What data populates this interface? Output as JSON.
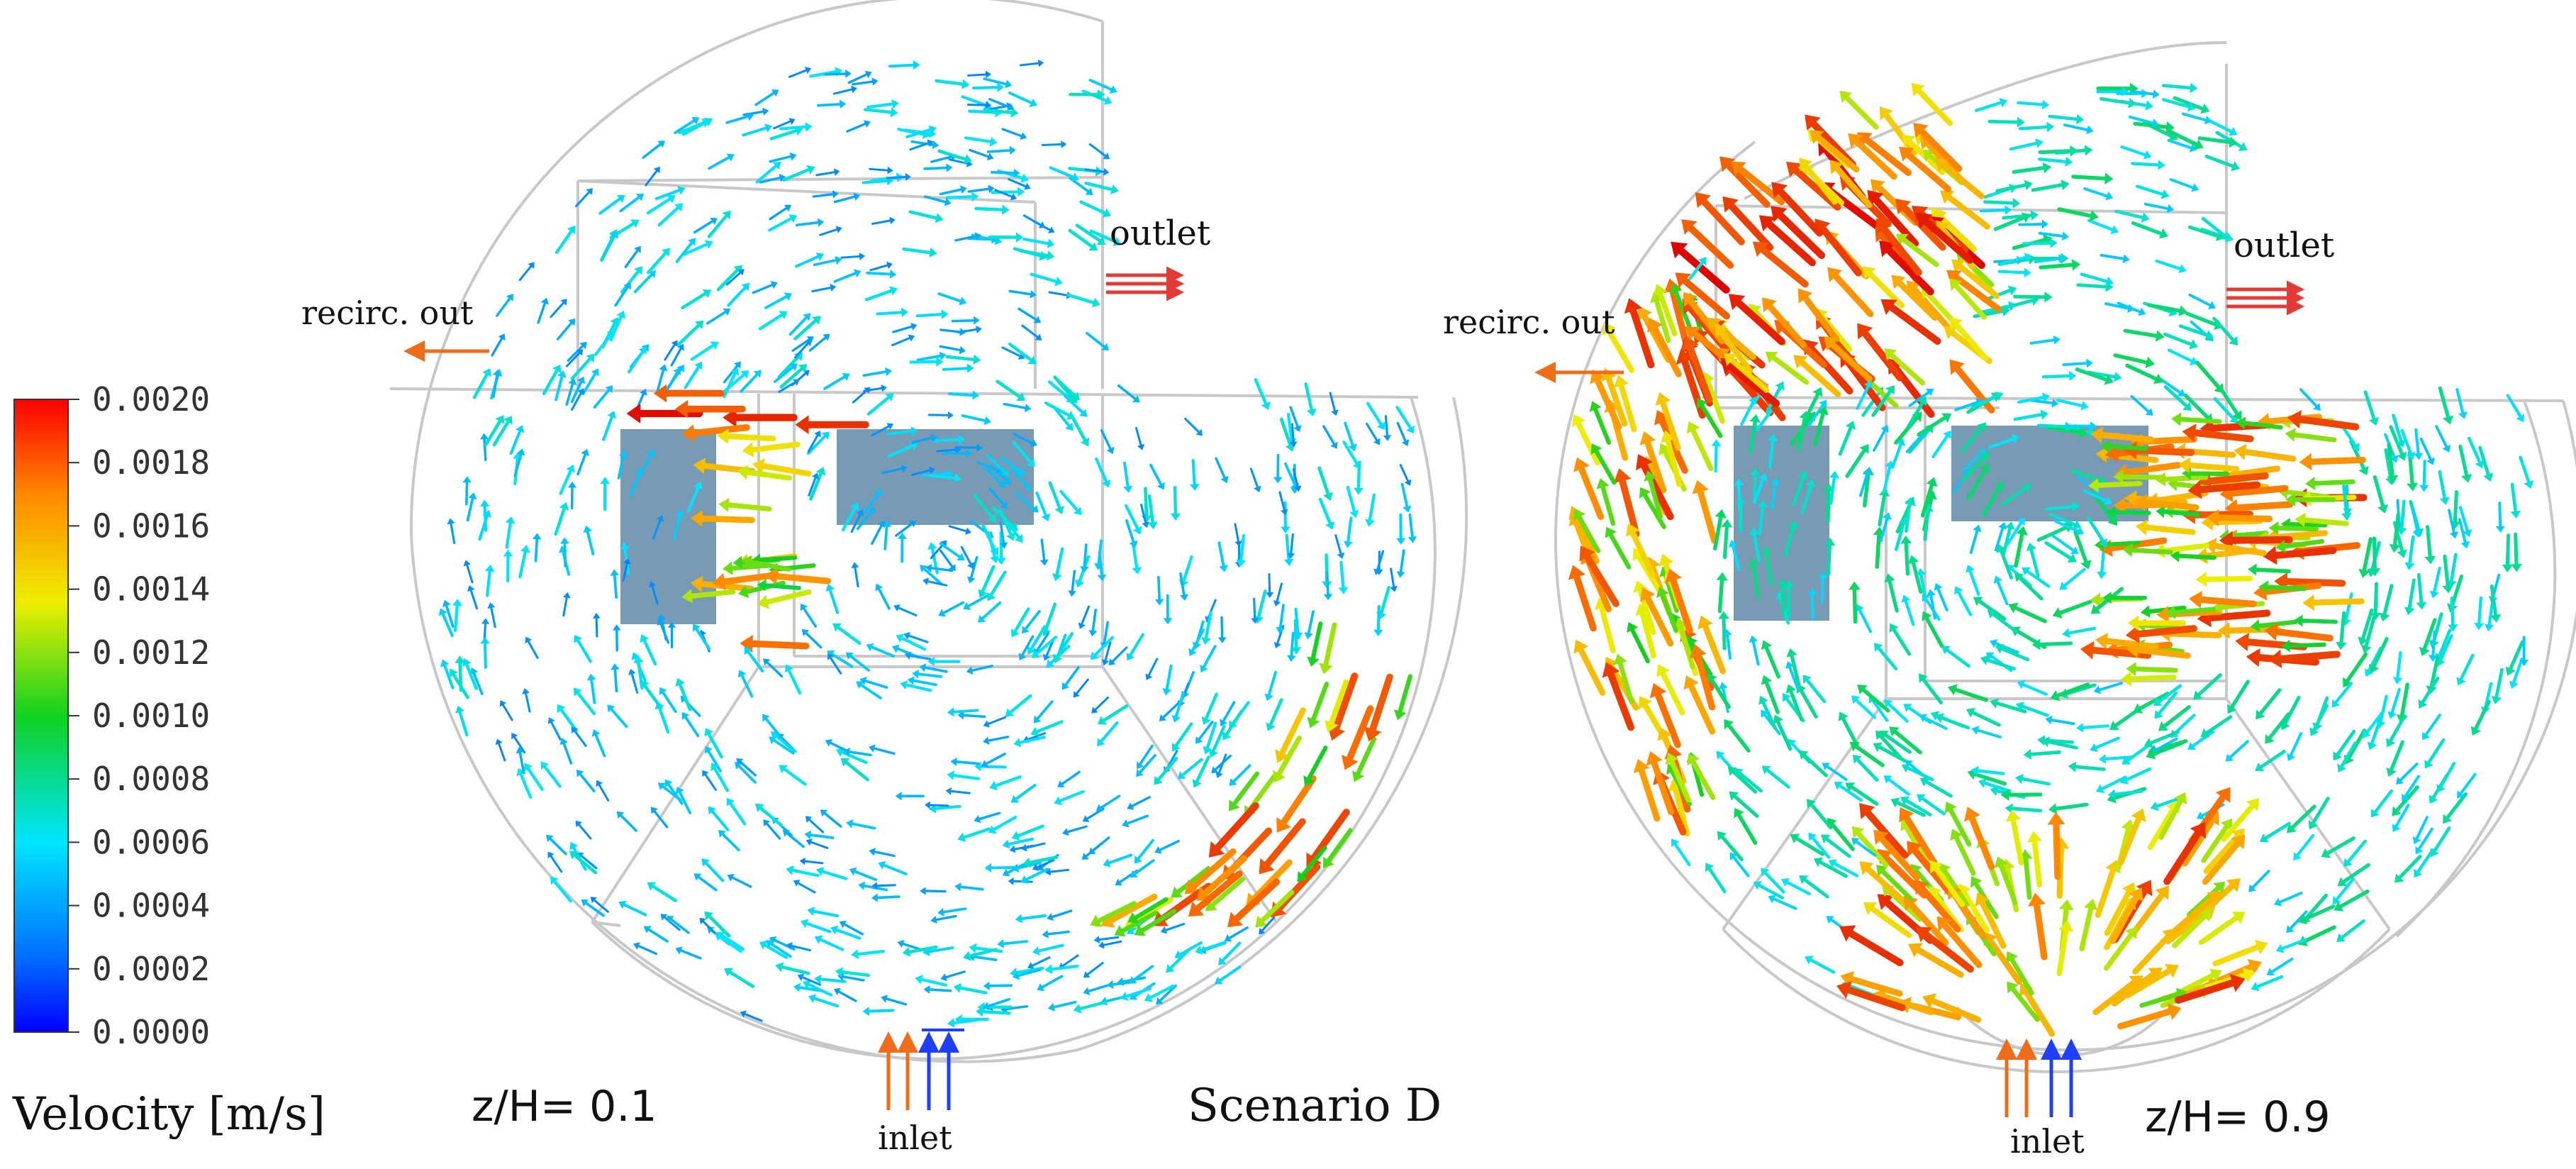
{
  "colorbar": {
    "ticks": [
      "0.0020",
      "0.0018",
      "0.0016",
      "0.0014",
      "0.0012",
      "0.0010",
      "0.0008",
      "0.0006",
      "0.0004",
      "0.0002",
      "0.0000"
    ],
    "title": "Velocity [m/s]"
  },
  "left_panel": {
    "outlet_label": "outlet",
    "recirc_label": "recirc. out",
    "inlet_label": "inlet",
    "height_label": "z/H= 0.1"
  },
  "right_panel": {
    "outlet_label": "outlet",
    "recirc_label": "recirc. out",
    "inlet_label": "inlet",
    "height_label": "z/H= 0.9"
  },
  "scenario_label": "Scenario D",
  "colors": {
    "flow_arrow": "#e53935",
    "recirc_arrow": "#ef6c1a",
    "inlet_orange": "#ef6c1a",
    "inlet_blue": "#1f3fff",
    "baffle": "#5f89a8",
    "outline": "#c8c8c8"
  }
}
